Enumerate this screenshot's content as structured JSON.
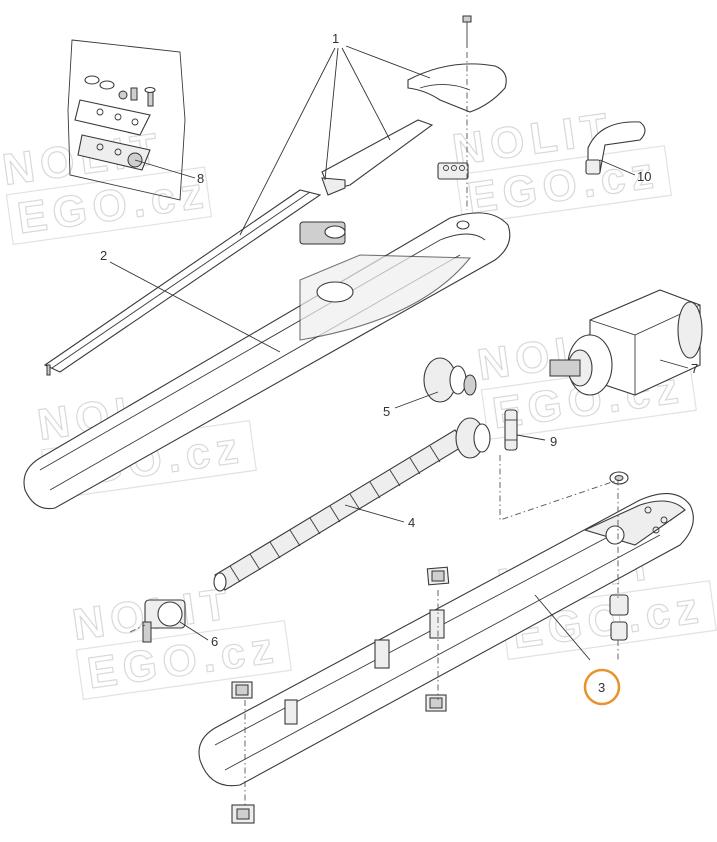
{
  "callouts": {
    "c1": "1",
    "c2": "2",
    "c3": "3",
    "c4": "4",
    "c5": "5",
    "c6": "6",
    "c7": "7",
    "c8": "8",
    "c9": "9",
    "c10": "10"
  },
  "highlight": {
    "callout": "3",
    "color": "#e8922b"
  },
  "watermark": {
    "line1": "NOLIT",
    "line2": "EGO.cz",
    "color": "#d9d9d9"
  }
}
